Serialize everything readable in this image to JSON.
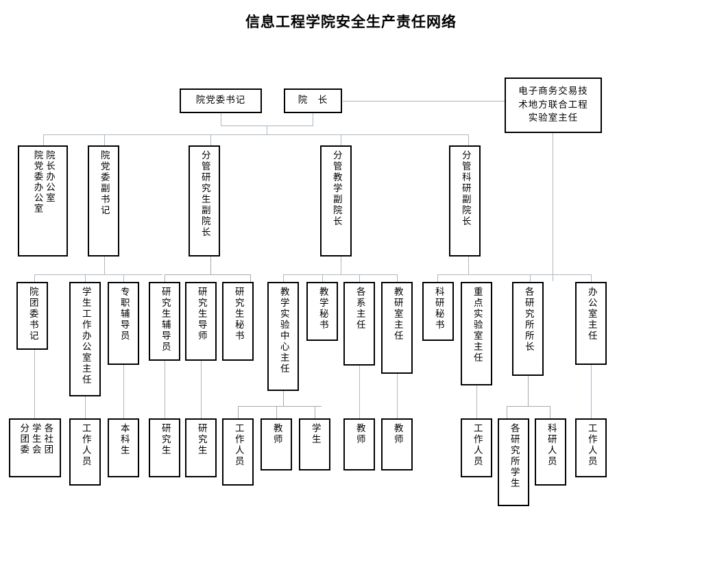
{
  "title": "信息工程学院安全生产责任网络",
  "chart_data": {
    "type": "diagram",
    "diagram_type": "organizational-chart",
    "title": "信息工程学院安全生产责任网络",
    "orientation": "top-down",
    "text_direction": "vertical-rl",
    "nodes": [
      {
        "id": "n1",
        "label": "院党委书记",
        "level": 0
      },
      {
        "id": "n2",
        "label": "院  长",
        "level": 0
      },
      {
        "id": "n3",
        "label": "电子商务交易技\n术地方联合工程\n实验室主任",
        "level": 0
      },
      {
        "id": "n4",
        "label": "院长办公室\n院党委办公室",
        "level": 1
      },
      {
        "id": "n5",
        "label": "院党委副书记",
        "level": 1
      },
      {
        "id": "n6",
        "label": "分管研究生副院长",
        "level": 1
      },
      {
        "id": "n7",
        "label": "分管教学副院长",
        "level": 1
      },
      {
        "id": "n8",
        "label": "分管科研副院长",
        "level": 1
      },
      {
        "id": "n9",
        "label": "院团委书记",
        "level": 2
      },
      {
        "id": "n10",
        "label": "学生工作办公室主任",
        "level": 2
      },
      {
        "id": "n11",
        "label": "专职辅导员",
        "level": 2
      },
      {
        "id": "n12",
        "label": "研究生辅导员",
        "level": 2
      },
      {
        "id": "n13",
        "label": "研究生导师",
        "level": 2
      },
      {
        "id": "n14",
        "label": "研究生秘书",
        "level": 2
      },
      {
        "id": "n15",
        "label": "教学实验中心主任",
        "level": 2
      },
      {
        "id": "n16",
        "label": "教学秘书",
        "level": 2
      },
      {
        "id": "n17",
        "label": "各系主任",
        "level": 2
      },
      {
        "id": "n18",
        "label": "教研室主任",
        "level": 2
      },
      {
        "id": "n19",
        "label": "科研秘书",
        "level": 2
      },
      {
        "id": "n20",
        "label": "重点实验室主任",
        "level": 2
      },
      {
        "id": "n21",
        "label": "各研究所所长",
        "level": 2
      },
      {
        "id": "n22",
        "label": "办公室主任",
        "level": 2
      },
      {
        "id": "n23",
        "label": "各社团\n学生会\n分团委",
        "level": 3
      },
      {
        "id": "n24",
        "label": "工作人员",
        "level": 3
      },
      {
        "id": "n25",
        "label": "本科生",
        "level": 3
      },
      {
        "id": "n26",
        "label": "研究生",
        "level": 3
      },
      {
        "id": "n27",
        "label": "研究生",
        "level": 3
      },
      {
        "id": "n28",
        "label": "工作人员",
        "level": 3
      },
      {
        "id": "n29",
        "label": "教师",
        "level": 3
      },
      {
        "id": "n30",
        "label": "学生",
        "level": 3
      },
      {
        "id": "n31",
        "label": "教师",
        "level": 3
      },
      {
        "id": "n32",
        "label": "教师",
        "level": 3
      },
      {
        "id": "n33",
        "label": "工作人员",
        "level": 3
      },
      {
        "id": "n34",
        "label": "各研究所学生",
        "level": 3
      },
      {
        "id": "n35",
        "label": "科研人员",
        "level": 3
      },
      {
        "id": "n36",
        "label": "工作人员",
        "level": 3
      }
    ]
  },
  "nodes": {
    "party_secretary": {
      "label": "院党委书记"
    },
    "dean": {
      "label": "院　长"
    },
    "ecommerce_lab_director": {
      "label": "电子商务交易技\n术地方联合工程\n实验室主任"
    },
    "dean_office": {
      "label": "院长办公室\n院党委办公室"
    },
    "deputy_party_secretary": {
      "label": "院党委副书记"
    },
    "vp_graduate": {
      "label": "分管研究生副院长"
    },
    "vp_teaching": {
      "label": "分管教学副院长"
    },
    "vp_research": {
      "label": "分管科研副院长"
    },
    "youth_league_secretary": {
      "label": "院团委书记"
    },
    "student_affairs_head": {
      "label": "学生工作办公室主任"
    },
    "full_time_counselor": {
      "label": "专职辅导员"
    },
    "grad_counselor": {
      "label": "研究生辅导员"
    },
    "grad_supervisor": {
      "label": "研究生导师"
    },
    "grad_secretary": {
      "label": "研究生秘书"
    },
    "teaching_lab_director": {
      "label": "教学实验中心主任"
    },
    "teaching_secretary": {
      "label": "教学秘书"
    },
    "dept_heads": {
      "label": "各系主任"
    },
    "teaching_office_head": {
      "label": "教研室主任"
    },
    "research_secretary": {
      "label": "科研秘书"
    },
    "key_lab_director": {
      "label": "重点实验室主任"
    },
    "institute_directors": {
      "label": "各研究所所长"
    },
    "office_director": {
      "label": "办公室主任"
    },
    "student_orgs": {
      "label": "各社团\n学生会\n分团委"
    },
    "staff_1": {
      "label": "工作人员"
    },
    "undergraduates": {
      "label": "本科生"
    },
    "graduates_1": {
      "label": "研究生"
    },
    "graduates_2": {
      "label": "研究生"
    },
    "staff_2": {
      "label": "工作人员"
    },
    "teachers_1": {
      "label": "教师"
    },
    "students_1": {
      "label": "学生"
    },
    "teachers_2": {
      "label": "教师"
    },
    "teachers_3": {
      "label": "教师"
    },
    "staff_3": {
      "label": "工作人员"
    },
    "institute_students": {
      "label": "各研究所学生"
    },
    "research_staff": {
      "label": "科研人员"
    },
    "staff_4": {
      "label": "工作人员"
    }
  },
  "colors": {
    "box_border": "#000000",
    "box_fill": "#ffffff",
    "connector": "#aab8c2",
    "connector_grey": "#a9a9a9",
    "text": "#000000",
    "background": "#ffffff"
  }
}
